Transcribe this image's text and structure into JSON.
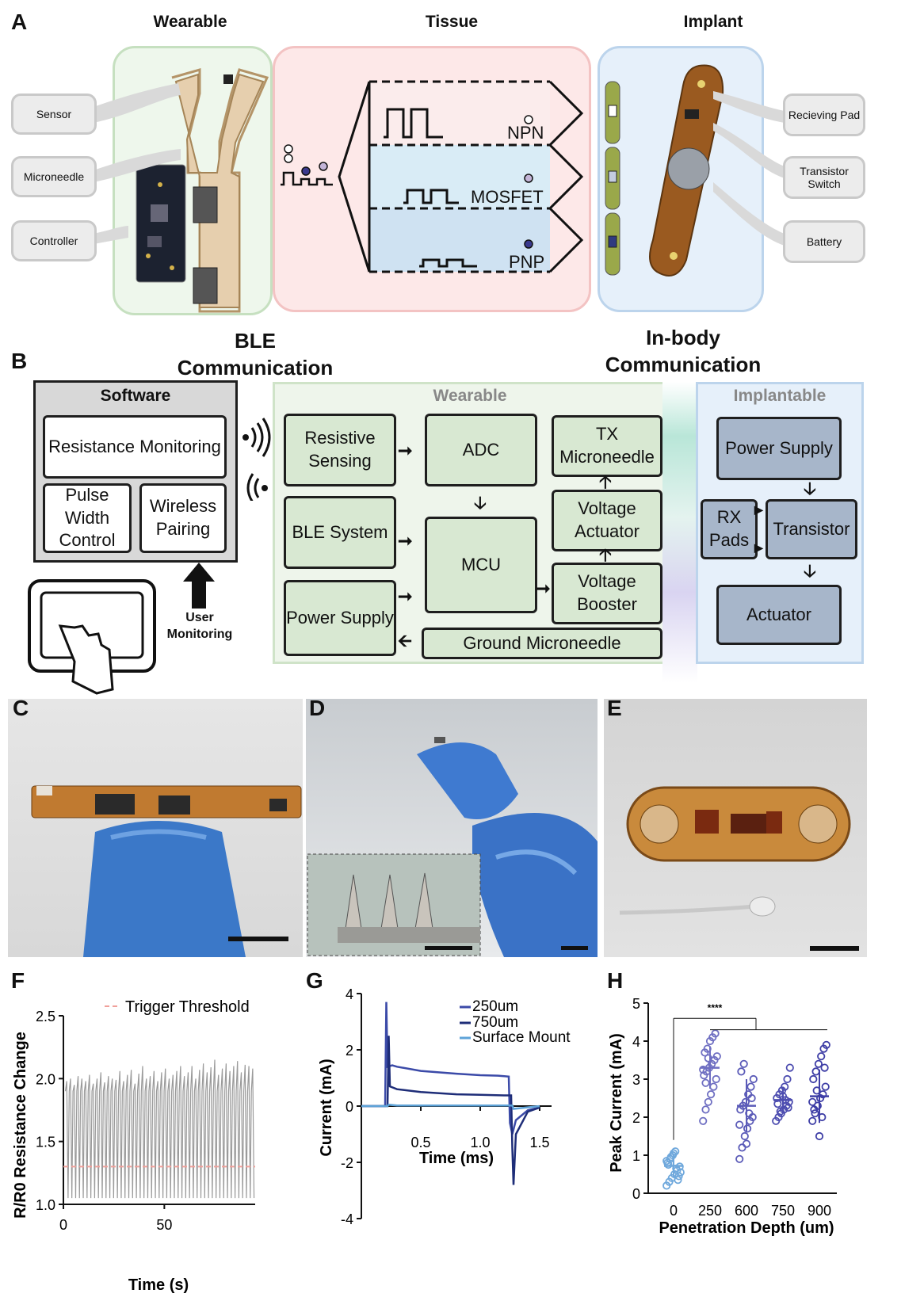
{
  "panel_letters": {
    "a": "A",
    "b": "B",
    "c": "C",
    "d": "D",
    "e": "E",
    "f": "F",
    "g": "G",
    "h": "H"
  },
  "panel_a": {
    "col_titles": [
      "Wearable",
      "Tissue",
      "Implant"
    ],
    "left_callouts": [
      "Sensor",
      "Microneedle",
      "Controller"
    ],
    "right_callouts": [
      "Recieving Pad",
      "Transistor Switch",
      "Battery"
    ],
    "signal_labels": [
      "NPN",
      "MOSFET",
      "PNP"
    ]
  },
  "panel_b": {
    "ble_title": "BLE Communication",
    "inbody_title": "In-body Communication",
    "software": {
      "title": "Software",
      "resistance": "Resistance Monitoring",
      "pulse": "Pulse Width Control",
      "wireless": "Wireless Pairing"
    },
    "user_monitoring": "User Monitoring",
    "wearable": {
      "title": "Wearable",
      "resistive": "Resistive Sensing",
      "adc": "ADC",
      "tx": "TX Microneedle",
      "ble": "BLE System",
      "mcu": "MCU",
      "vact": "Voltage Actuator",
      "power": "Power Supply",
      "vboost": "Voltage Booster",
      "ground": "Ground Microneedle"
    },
    "implantable": {
      "title": "Implantable",
      "power": "Power Supply",
      "rx": "RX Pads",
      "transistor": "Transistor",
      "actuator": "Actuator"
    }
  },
  "colors": {
    "green": "#d8e8d2",
    "blue_block": "#a7b6ca",
    "pink": "#fde8e8",
    "light_blue": "#e6f0fa",
    "dark_blue_line": "#3b4aa8",
    "mid_blue_line": "#1e2d78",
    "light_line": "#5ea3d8",
    "threshold": "#f0a09a"
  },
  "chart_data": [
    {
      "type": "line",
      "panel": "F",
      "xlabel": "Time (s)",
      "ylabel": "R/R0 Resistance Change",
      "xlim": [
        0,
        95
      ],
      "ylim": [
        1.0,
        2.5
      ],
      "xticks": [
        0,
        50
      ],
      "yticks": [
        1.0,
        1.5,
        2.0,
        2.5
      ],
      "legend": "Trigger Threshold",
      "threshold": 1.3,
      "cycles": 50,
      "series": [
        {
          "name": "",
          "peaks": [
            1.98,
            2.0,
            1.95,
            2.02,
            2.0,
            1.98,
            2.03,
            1.96,
            2.0,
            2.05,
            1.97,
            2.02,
            2.0,
            1.99,
            2.06,
            1.98,
            2.03,
            2.07,
            1.96,
            2.04,
            2.1,
            2.0,
            2.02,
            2.06,
            1.98,
            2.05,
            2.08,
            2.0,
            2.03,
            2.06,
            2.1,
            2.02,
            2.05,
            2.1,
            2.0,
            2.07,
            2.12,
            2.05,
            2.09,
            2.15,
            2.03,
            2.08,
            2.12,
            2.06,
            2.1,
            2.14,
            2.05,
            2.11,
            2.1,
            2.08
          ]
        }
      ]
    },
    {
      "type": "line",
      "panel": "G",
      "xlabel": "Time (ms)",
      "ylabel": "Current (mA)",
      "xlim": [
        0,
        1.6
      ],
      "ylim": [
        -4,
        4
      ],
      "xticks": [
        0.5,
        1.0,
        1.5
      ],
      "yticks": [
        -4,
        -2,
        0,
        2,
        4
      ],
      "series": [
        {
          "name": "250um",
          "x": [
            0,
            0.2,
            0.21,
            0.22,
            0.26,
            0.3,
            0.5,
            0.8,
            1.0,
            1.15,
            1.24,
            1.25,
            1.27,
            1.3,
            1.4,
            1.5
          ],
          "y": [
            0,
            0,
            3.7,
            1.4,
            1.45,
            1.4,
            1.25,
            1.15,
            1.1,
            1.08,
            1.05,
            -0.6,
            -1.0,
            -0.5,
            -0.15,
            -0.05
          ]
        },
        {
          "name": "750um",
          "x": [
            0,
            0.22,
            0.23,
            0.24,
            0.3,
            0.5,
            0.8,
            1.0,
            1.2,
            1.26,
            1.27,
            1.28,
            1.3,
            1.4,
            1.5
          ],
          "y": [
            0,
            0,
            2.5,
            0.7,
            0.6,
            0.5,
            0.42,
            0.4,
            0.38,
            0.38,
            -1.5,
            -2.8,
            -1.0,
            -0.2,
            -0.05
          ]
        },
        {
          "name": "Surface Mount",
          "x": [
            0,
            0.22,
            0.23,
            0.3,
            1.0,
            1.27,
            1.28,
            1.5
          ],
          "y": [
            0,
            0,
            0.05,
            0.02,
            0.02,
            0.02,
            -0.1,
            0
          ]
        }
      ]
    },
    {
      "type": "scatter",
      "panel": "H",
      "xlabel": "Penetration Depth (um)",
      "ylabel": "Peak Current (mA)",
      "ylim": [
        0,
        5
      ],
      "yticks": [
        0,
        1,
        2,
        3,
        4,
        5
      ],
      "categories": [
        "0",
        "250",
        "600",
        "750",
        "900"
      ],
      "annotation": "****",
      "series": [
        {
          "name": "0",
          "values": [
            0.2,
            0.3,
            0.4,
            0.5,
            0.6,
            0.7,
            0.8,
            0.9,
            1.0,
            1.1,
            0.35,
            0.55,
            0.75,
            0.95,
            1.05,
            0.65,
            0.45,
            0.85
          ],
          "mean": 0.72,
          "sd": 0.3
        },
        {
          "name": "250",
          "values": [
            1.9,
            2.2,
            2.4,
            2.6,
            2.8,
            3.0,
            3.1,
            3.2,
            3.3,
            3.4,
            3.5,
            3.6,
            3.7,
            3.8,
            4.0,
            4.1,
            4.2,
            3.25,
            2.9,
            3.55
          ],
          "mean": 3.3,
          "sd": 0.55
        },
        {
          "name": "600",
          "values": [
            0.9,
            1.2,
            1.5,
            1.7,
            1.9,
            2.0,
            2.2,
            2.3,
            2.4,
            2.6,
            2.8,
            3.0,
            3.2,
            3.4,
            1.3,
            2.1,
            2.5,
            1.8
          ],
          "mean": 2.3,
          "sd": 0.7
        },
        {
          "name": "750",
          "values": [
            1.9,
            2.0,
            2.1,
            2.2,
            2.3,
            2.4,
            2.5,
            2.6,
            2.7,
            2.8,
            3.0,
            3.3,
            2.35,
            2.15,
            2.55,
            2.45,
            2.25
          ],
          "mean": 2.45,
          "sd": 0.35
        },
        {
          "name": "900",
          "values": [
            1.9,
            2.1,
            2.3,
            2.5,
            2.6,
            2.8,
            3.0,
            3.2,
            3.4,
            3.6,
            3.8,
            3.9,
            2.2,
            2.7,
            1.5,
            2.0,
            3.3,
            2.4
          ],
          "mean": 2.55,
          "sd": 0.7
        }
      ]
    }
  ]
}
